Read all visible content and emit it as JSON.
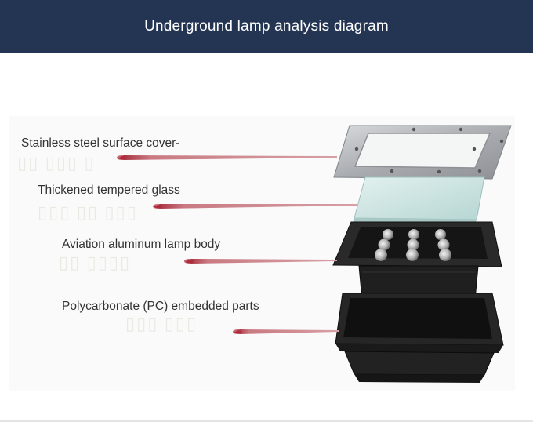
{
  "header": {
    "title": "Underground lamp analysis diagram"
  },
  "labels": {
    "cover": "Stainless steel surface cover-",
    "glass": "Thickened tempered glass",
    "body": "Aviation aluminum lamp body",
    "parts": "Polycarbonate (PC) embedded parts"
  },
  "colors": {
    "header_bg": "#243453",
    "arrow": "#b54a55",
    "steel": "#b9bcc0",
    "glass": "#cfe6e4",
    "black": "#1c1c1c"
  }
}
